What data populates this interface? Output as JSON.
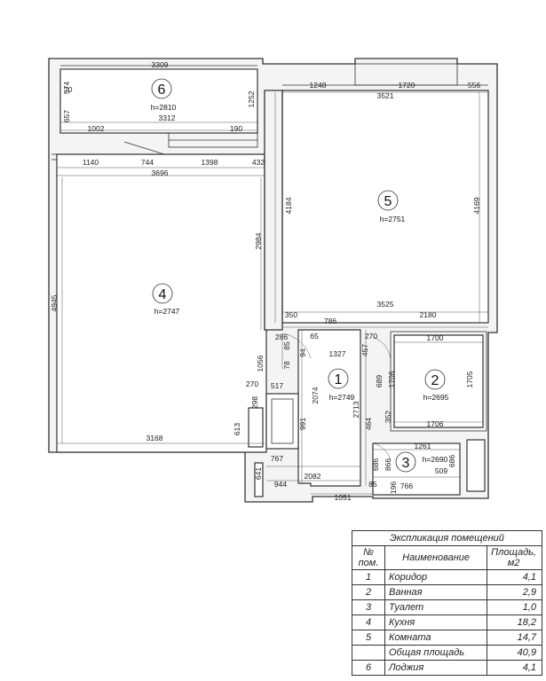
{
  "rooms": [
    {
      "num": "1",
      "height": "h=2749"
    },
    {
      "num": "2",
      "height": "h=2695"
    },
    {
      "num": "3",
      "height": "h=2690"
    },
    {
      "num": "4",
      "height": "h=2747"
    },
    {
      "num": "5",
      "height": "h=2751"
    },
    {
      "num": "6",
      "height": "h=2810"
    }
  ],
  "dims": {
    "d3309": "3309",
    "d574": "574",
    "d70": "70",
    "d657": "657",
    "d1252": "1252",
    "d3312": "3312",
    "d1002": "1002",
    "d190": "190",
    "d1248": "1248",
    "d1720": "1720",
    "d556": "556",
    "d3521": "3521",
    "d4184": "4184",
    "d4169": "4169",
    "d3525": "3525",
    "d1140": "1140",
    "d744": "744",
    "d1398": "1398",
    "d432": "432",
    "d3696": "3696",
    "d2984": "2984",
    "d4945": "4945",
    "d3168": "3168",
    "d350": "350",
    "d786": "786",
    "d2180": "2180",
    "d286": "286",
    "d65": "65",
    "d85a": "85",
    "d78": "78",
    "d94": "94",
    "d1327": "1327",
    "d1056": "1056",
    "d457": "457",
    "d270b": "270",
    "d1700": "1700",
    "d1706a": "1706",
    "d1705": "1705",
    "d1706b": "1706",
    "d689": "689",
    "d2713": "2713",
    "d352": "352",
    "d464": "464",
    "d270a": "270",
    "d517": "517",
    "d2074": "2074",
    "d298": "298",
    "d613": "613",
    "d991": "991",
    "d767": "767",
    "d641": "641",
    "d944": "944",
    "d2082": "2082",
    "d85b": "85",
    "d1051": "1051",
    "d1261": "1261",
    "d686a": "686",
    "d866": "866",
    "d686b": "686",
    "d509": "509",
    "d196": "196",
    "d766": "766"
  },
  "legend": {
    "title": "Экспликация помещений",
    "col_num": "№ пом.",
    "col_name": "Наименование",
    "col_area": "Площадь, м2",
    "rows": [
      {
        "num": "1",
        "name": "Коридор",
        "area": "4,1"
      },
      {
        "num": "2",
        "name": "Ванная",
        "area": "2,9"
      },
      {
        "num": "3",
        "name": "Туалет",
        "area": "1,0"
      },
      {
        "num": "4",
        "name": "Кухня",
        "area": "18,2"
      },
      {
        "num": "5",
        "name": "Комната",
        "area": "14,7"
      },
      {
        "num": "",
        "name": "Общая площадь",
        "area": "40,9"
      },
      {
        "num": "6",
        "name": "Лоджия",
        "area": "4,1"
      }
    ]
  }
}
